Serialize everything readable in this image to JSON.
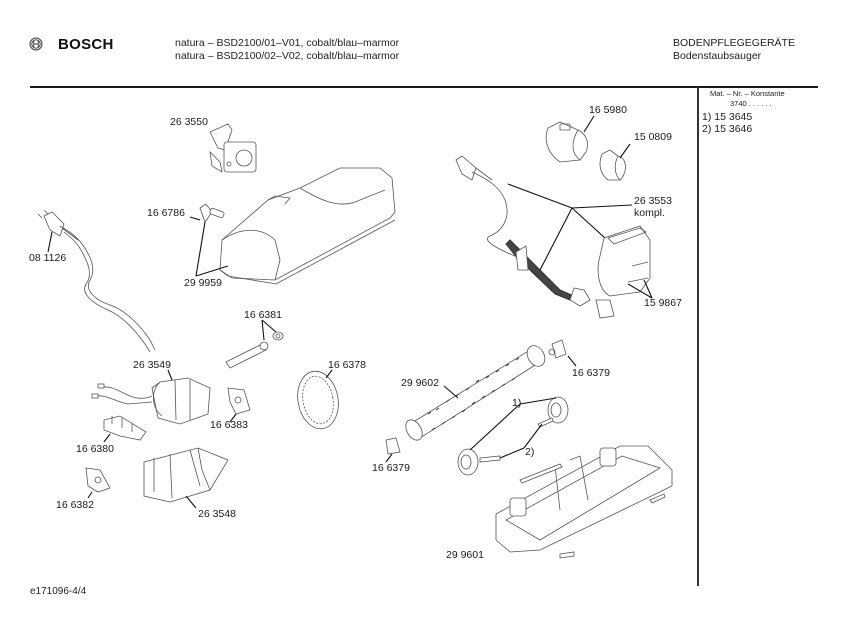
{
  "header": {
    "brand": "BOSCH",
    "logo_icon": "bosch-armature-logo",
    "models": [
      "natura – BSD2100/01–V01, cobalt/blau–marmor",
      "natura – BSD2100/02–V02, cobalt/blau–marmor"
    ],
    "category": "BODENPFLEGEGERÄTE",
    "subcategory": "Bodenstaubsauger"
  },
  "side_panel": {
    "heading": "Mat. – Nr. – Konstante",
    "constant": "3740 . . . . . .",
    "variants": [
      {
        "marker": "1)",
        "number": "15 3645"
      },
      {
        "marker": "2)",
        "number": "15 3646"
      }
    ]
  },
  "parts": [
    {
      "id": "p-263550",
      "label": "26 3550",
      "name": "handle-joint"
    },
    {
      "id": "p-166786",
      "label": "16 6786",
      "name": "latch-button"
    },
    {
      "id": "p-299959",
      "label": "29 9959",
      "name": "top-cover"
    },
    {
      "id": "p-081126",
      "label": "08 1126",
      "name": "power-cord-plug"
    },
    {
      "id": "p-165980",
      "label": "16 5980",
      "name": "cover-sleeve"
    },
    {
      "id": "p-150809",
      "label": "15 0809",
      "name": "clip"
    },
    {
      "id": "p-263553",
      "label": "26 3553",
      "name": "cable-assembly",
      "note": "kompl."
    },
    {
      "id": "p-159867",
      "label": "15 9867",
      "name": "tube-connector"
    },
    {
      "id": "p-166381",
      "label": "16 6381",
      "name": "axle-shaft"
    },
    {
      "id": "p-263549",
      "label": "26 3549",
      "name": "motor"
    },
    {
      "id": "p-166378",
      "label": "16 6378",
      "name": "drive-belt"
    },
    {
      "id": "p-166383",
      "label": "16 6383",
      "name": "mounting-plate"
    },
    {
      "id": "p-166380",
      "label": "16 6380",
      "name": "switch-board"
    },
    {
      "id": "p-166382",
      "label": "16 6382",
      "name": "bracket"
    },
    {
      "id": "p-263548",
      "label": "26 3548",
      "name": "motor-housing"
    },
    {
      "id": "p-299602",
      "label": "29 9602",
      "name": "brush-roller"
    },
    {
      "id": "p-166379a",
      "label": "16 6379",
      "name": "end-cap-right"
    },
    {
      "id": "p-166379b",
      "label": "16 6379",
      "name": "end-cap-left"
    },
    {
      "id": "p-299601",
      "label": "29 9601",
      "name": "base-plate"
    }
  ],
  "variant_markers": [
    "1)",
    "2)"
  ],
  "footer": {
    "doc_id": "e171096-4/4"
  }
}
